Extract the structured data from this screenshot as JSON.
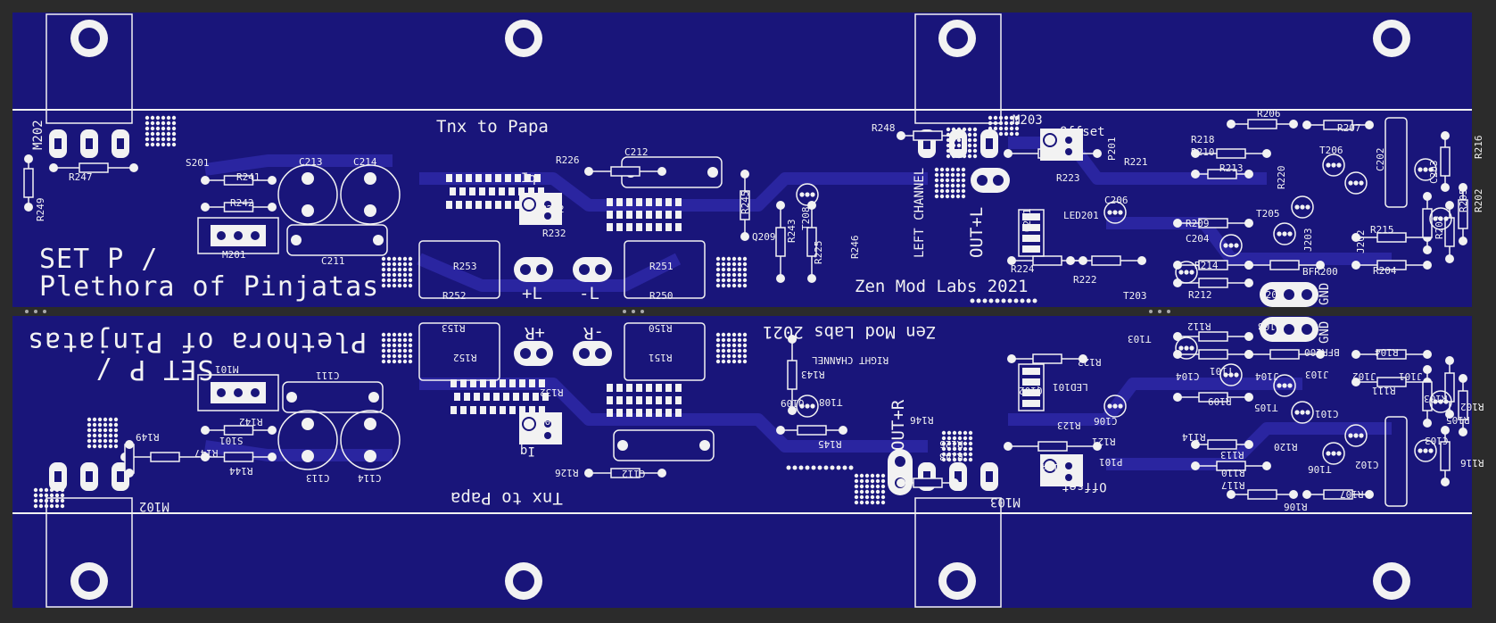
{
  "colors": {
    "background": "#2b2b2b",
    "board": "#19157a",
    "copper": "#221d8f",
    "silk": "#f2f2f2",
    "pad": "#f2f2f2",
    "hole": "#19157a"
  },
  "top": {
    "thanks": "Tnx to Papa",
    "title_line1": "SET P /",
    "title_line2": "Plethora of Pinjatas",
    "brand": "Zen Mod Labs 2021",
    "channel": "LEFT CHANNEL",
    "output": "OUT+L",
    "offset": "Offset",
    "gnd": "GND",
    "plus_rail": "+L",
    "minus_rail": "-L",
    "iq": "Iq",
    "refs": {
      "m202": "M202",
      "m203": "M203",
      "m201": "M201",
      "r247": "R247",
      "r249": "R249",
      "s201": "S201",
      "c213": "C213",
      "c214": "C214",
      "c211": "C211",
      "c212": "C212",
      "r241": "R241",
      "r242": "R242",
      "r253": "R253",
      "r252": "R252",
      "r251": "R251",
      "r250": "R250",
      "r226": "R226",
      "p202": "P202",
      "r232": "R232",
      "r245": "R245",
      "q209": "Q209",
      "t208": "T208",
      "r243": "R243",
      "r225": "R225",
      "r246": "R246",
      "r248": "R248",
      "p201": "P201",
      "r223": "R223",
      "r221": "R221",
      "led201": "LED201",
      "c206": "C206",
      "r224": "R224",
      "r222": "R222",
      "q201": "Q201",
      "r206": "R206",
      "r207": "R207",
      "r218": "R218",
      "r210": "R210",
      "r213": "R213",
      "r214": "R214",
      "r212": "R212",
      "r208": "R208",
      "t203": "T203",
      "t205": "T205",
      "t206": "T206",
      "j203": "J203",
      "j202": "J202",
      "r215": "R215",
      "c202": "C202",
      "c203": "C203",
      "r216": "R216",
      "r205": "R205",
      "r202": "R202",
      "r203": "R203",
      "r204": "R204",
      "bfr200": "BFR200",
      "r220": "R220",
      "c204": "C204",
      "r209": "R209"
    }
  },
  "bottom": {
    "thanks": "Tnx to Papa",
    "title_line1": "SET P /",
    "title_line2": "Plethora of Pinjatas",
    "brand": "Zen Mod Labs 2021",
    "channel": "RIGHT CHANNEL",
    "output": "OUT+R",
    "offset": "Offset",
    "gnd": "GND",
    "plus_rail": "+R",
    "minus_rail": "-R",
    "iq": "Iq",
    "refs": {
      "m102": "M102",
      "m103": "M103",
      "m101": "M101",
      "r149": "R149",
      "r147": "R147",
      "s101": "S101",
      "r144": "R144",
      "r142": "R142",
      "c111": "C111",
      "c113": "C113",
      "c114": "C114",
      "c112": "C112",
      "r153": "R153",
      "r152": "R152",
      "r150": "R150",
      "r151": "R151",
      "r126": "R126",
      "p102": "P102",
      "r132": "R132",
      "q109": "Q109",
      "t108": "T108",
      "r143": "R143",
      "r145": "R145",
      "r146": "R146",
      "r125": "R125",
      "r148": "R148",
      "p101": "P101",
      "r121": "R121",
      "r123": "R123",
      "r122": "R122",
      "led101": "LED101",
      "c106": "C106",
      "r124": "R124",
      "q102": "Q102",
      "r106": "R106",
      "r107": "R107",
      "r110": "R110",
      "r117": "R117",
      "r113": "R113",
      "r114": "R114",
      "r112": "R112",
      "r108": "R108",
      "t103": "T103",
      "t105": "T105",
      "t106": "T106",
      "j103": "J103",
      "j102": "J102",
      "j104": "J104",
      "j101": "J101",
      "r111": "R111",
      "c102": "C102",
      "c103": "C103",
      "r116": "R116",
      "r105": "R105",
      "r102": "R102",
      "r103": "R103",
      "r104": "R104",
      "bfr100": "BFR100",
      "r120": "R120",
      "c101": "C101",
      "r109": "R109",
      "t101": "T101",
      "c104": "C104"
    }
  }
}
